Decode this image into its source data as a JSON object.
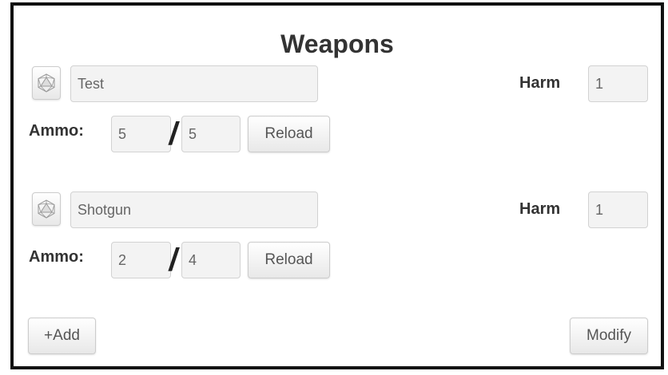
{
  "panel": {
    "title": "Weapons",
    "weapons": [
      {
        "dice_icon": "d20-dice-icon",
        "name": "Test",
        "harm_label": "Harm",
        "harm": "1",
        "ammo_label": "Ammo:",
        "ammo_current": "5",
        "ammo_separator": "/",
        "ammo_max": "5",
        "reload_label": "Reload"
      },
      {
        "dice_icon": "d20-dice-icon",
        "name": "Shotgun",
        "harm_label": "Harm",
        "harm": "1",
        "ammo_label": "Ammo:",
        "ammo_current": "2",
        "ammo_separator": "/",
        "ammo_max": "4",
        "reload_label": "Reload"
      }
    ],
    "footer": {
      "add_label": "+Add",
      "modify_label": "Modify"
    }
  }
}
